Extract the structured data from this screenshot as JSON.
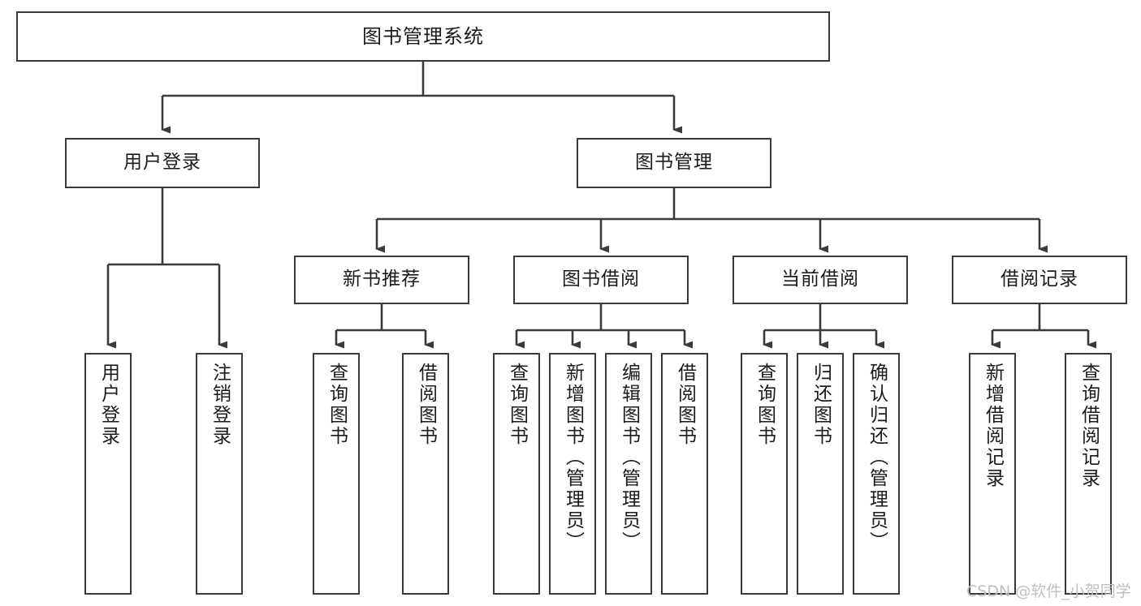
{
  "diagram": {
    "type": "tree-hierarchy",
    "title": "图书管理系统",
    "orientation": "top-down",
    "watermark": "CSDN @软件_小贺同学",
    "colors": {
      "box_border": "#3a3a3a",
      "box_fill": "#ffffff",
      "edge": "#3a3a3a",
      "text": "#1b1b1b",
      "watermark": "#bfbfbf",
      "background": "#ffffff"
    },
    "nodes": {
      "root": {
        "label": "图书管理系统",
        "level": 1
      },
      "user_login": {
        "label": "用户登录",
        "level": 2
      },
      "book_manage": {
        "label": "图书管理",
        "level": 2
      },
      "new_book_rec": {
        "label": "新书推荐",
        "level": 3
      },
      "book_borrow": {
        "label": "图书借阅",
        "level": 3
      },
      "current_borrow": {
        "label": "当前借阅",
        "level": 3
      },
      "borrow_record": {
        "label": "借阅记录",
        "level": 3
      },
      "leaf_user_login": {
        "label": "用户登录",
        "level": 3
      },
      "leaf_logout": {
        "label": "注销登录",
        "level": 3
      },
      "leaf_query_book_1": {
        "label": "查询图书",
        "level": 4
      },
      "leaf_borrow_book_1": {
        "label": "借阅图书",
        "level": 4
      },
      "leaf_query_book_2": {
        "label": "查询图书",
        "level": 4
      },
      "leaf_add_book": {
        "label": "新增图书（管理员）",
        "level": 4
      },
      "leaf_edit_book": {
        "label": "编辑图书（管理员）",
        "level": 4
      },
      "leaf_borrow_book_2": {
        "label": "借阅图书",
        "level": 4
      },
      "leaf_query_book_3": {
        "label": "查询图书",
        "level": 4
      },
      "leaf_return_book": {
        "label": "归还图书",
        "level": 4
      },
      "leaf_confirm_return": {
        "label": "确认归还（管理员）",
        "level": 4
      },
      "leaf_add_record": {
        "label": "新增借阅记录",
        "level": 4
      },
      "leaf_query_record": {
        "label": "查询借阅记录",
        "level": 4
      }
    },
    "edges": [
      {
        "from": "root",
        "to": "user_login"
      },
      {
        "from": "root",
        "to": "book_manage"
      },
      {
        "from": "user_login",
        "to": "leaf_user_login"
      },
      {
        "from": "user_login",
        "to": "leaf_logout"
      },
      {
        "from": "book_manage",
        "to": "new_book_rec"
      },
      {
        "from": "book_manage",
        "to": "book_borrow"
      },
      {
        "from": "book_manage",
        "to": "current_borrow"
      },
      {
        "from": "book_manage",
        "to": "borrow_record"
      },
      {
        "from": "new_book_rec",
        "to": "leaf_query_book_1"
      },
      {
        "from": "new_book_rec",
        "to": "leaf_borrow_book_1"
      },
      {
        "from": "book_borrow",
        "to": "leaf_query_book_2"
      },
      {
        "from": "book_borrow",
        "to": "leaf_add_book"
      },
      {
        "from": "book_borrow",
        "to": "leaf_edit_book"
      },
      {
        "from": "book_borrow",
        "to": "leaf_borrow_book_2"
      },
      {
        "from": "current_borrow",
        "to": "leaf_query_book_3"
      },
      {
        "from": "current_borrow",
        "to": "leaf_return_book"
      },
      {
        "from": "current_borrow",
        "to": "leaf_confirm_return"
      },
      {
        "from": "borrow_record",
        "to": "leaf_add_record"
      },
      {
        "from": "borrow_record",
        "to": "leaf_query_record"
      }
    ]
  }
}
